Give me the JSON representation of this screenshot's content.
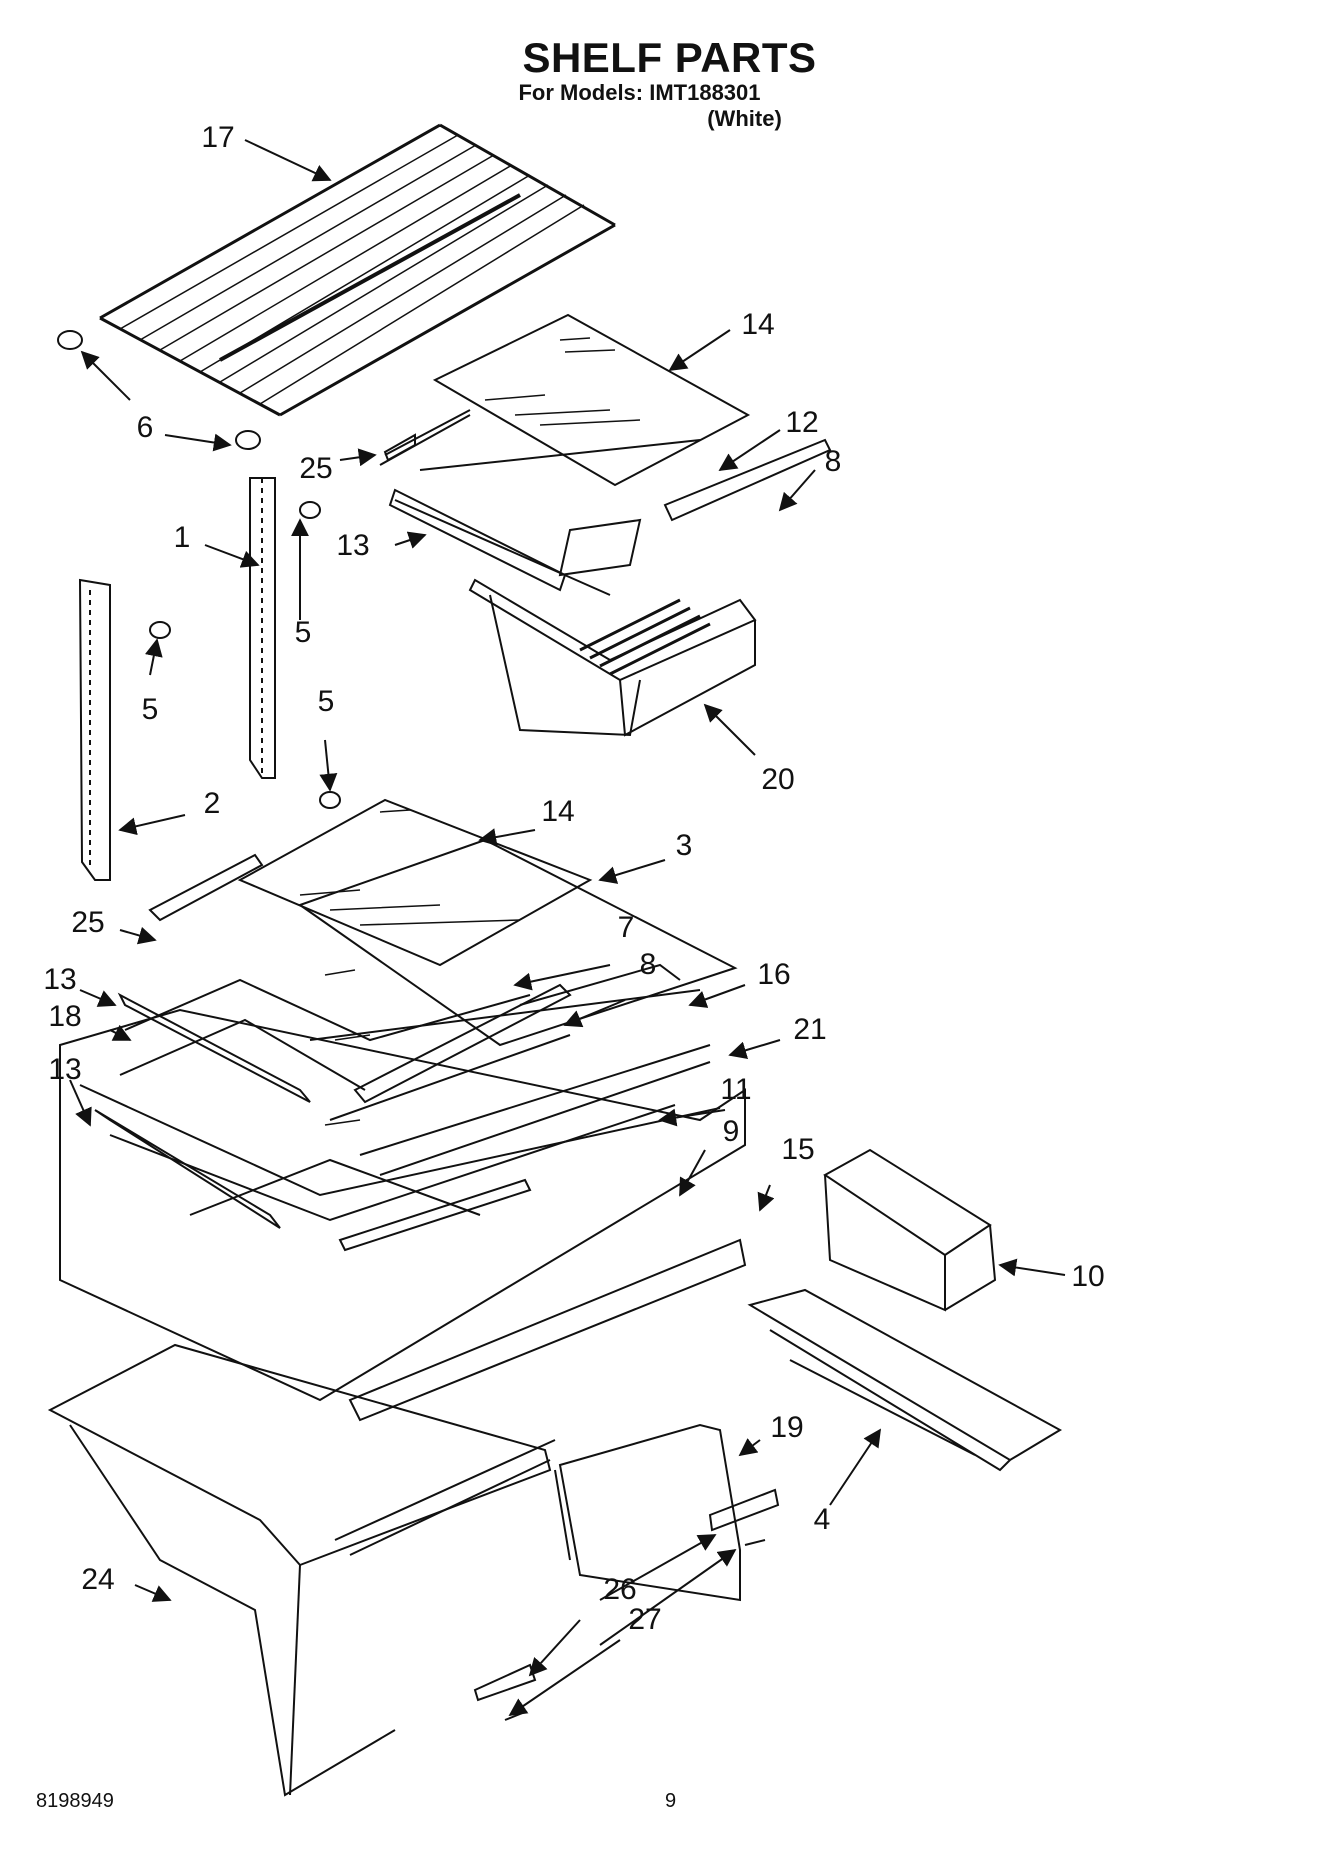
{
  "header": {
    "title": "SHELF PARTS",
    "subtitle": "For Models: IMT188301",
    "subtitle_2": "(White)"
  },
  "labels": {
    "l17": "17",
    "l14a": "14",
    "l6": "6",
    "l12": "12",
    "l8a": "8",
    "l25a": "25",
    "l1": "1",
    "l13a": "13",
    "l5a": "5",
    "l5b": "5",
    "l5c": "5",
    "l20": "20",
    "l2": "2",
    "l14b": "14",
    "l3": "3",
    "l25b": "25",
    "l7": "7",
    "l8b": "8",
    "l13b": "13",
    "l16": "16",
    "l18": "18",
    "l21": "21",
    "l13c": "13",
    "l11": "11",
    "l9": "9",
    "l15": "15",
    "l10": "10",
    "l19": "19",
    "l4": "4",
    "l24": "24",
    "l26": "26",
    "l27": "27"
  },
  "footer": {
    "doc_number": "8198949",
    "page": "9"
  }
}
